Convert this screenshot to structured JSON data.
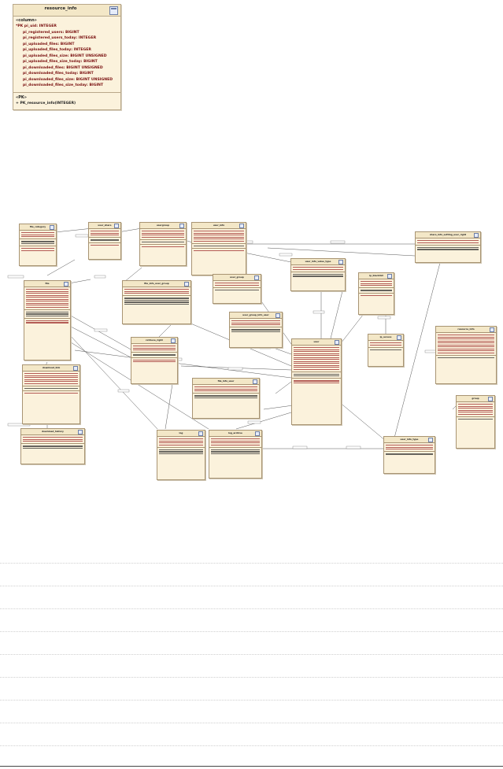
{
  "resource_info": {
    "title": "resource_info",
    "columns_stereotype": "«column»",
    "columns": [
      "*PK  pi_uid: INTEGER",
      "pi_registered_users: BIGINT",
      "pi_registered_users_today: INTEGER",
      "pi_uploaded_files: BIGINT",
      "pi_uploaded_files_today: INTEGER",
      "pi_uploaded_files_size: BIGINT UNSIGNED",
      "pi_uploaded_files_size_today: BIGINT",
      "pi_downloaded_files: BIGINT UNSIGNED",
      "pi_downloaded_files_today: BIGINT",
      "pi_downloaded_files_size: BIGINT UNSIGNED",
      "pi_downloaded_files_size_today: BIGINT"
    ],
    "pk_stereotype": "«PK»",
    "pk": "+    PK_resource_info(INTEGER)"
  },
  "er_tables": [
    {
      "title": "file_category"
    },
    {
      "title": "user_share"
    },
    {
      "title": "usergroup"
    },
    {
      "title": "user_info"
    },
    {
      "title": "share_info_setting_user_right"
    },
    {
      "title": "user_info_value_type"
    },
    {
      "title": "file"
    },
    {
      "title": "file_info_user_group"
    },
    {
      "title": "user_group"
    },
    {
      "title": "ip_blacklist"
    },
    {
      "title": "download_link"
    },
    {
      "title": "retrieve_right"
    },
    {
      "title": "user_group_info_user"
    },
    {
      "title": "user"
    },
    {
      "title": "ip_access"
    },
    {
      "title": "resource_info"
    },
    {
      "title": "file_info_user"
    },
    {
      "title": "download_history"
    },
    {
      "title": "log"
    },
    {
      "title": "log_archive"
    },
    {
      "title": "user_info_type"
    },
    {
      "title": "group"
    }
  ]
}
